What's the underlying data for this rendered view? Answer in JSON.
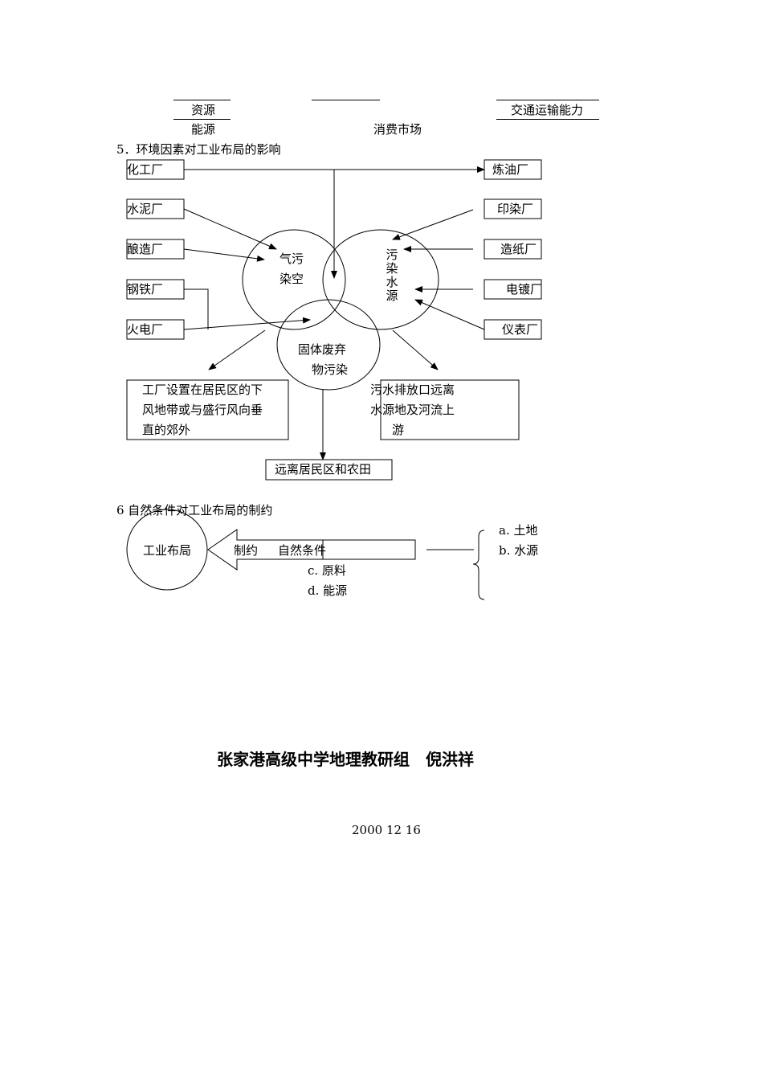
{
  "top_row": {
    "resources": "资源",
    "energy": "能源",
    "consumer_market": "消费市场",
    "transport": "交通运输能力"
  },
  "section5": {
    "heading": "5．环境因素对工业布局的影响",
    "left_factories": [
      "化工厂",
      "水泥厂",
      "酿造厂",
      "钢铁厂",
      "火电厂"
    ],
    "right_factories": [
      "炼油厂",
      "印染厂",
      "造纸厂",
      "电镀厂",
      "仪表厂"
    ],
    "air_pollution": "气污染空",
    "water_pollution": "污染水源",
    "solid_waste_line1": "固体废弃",
    "solid_waste_line2": "物污染",
    "left_measure": [
      "工厂设置在居民区的下",
      "风地带或与盛行风向垂",
      "直的郊外"
    ],
    "right_measure": [
      "污水排放口远离",
      "水源地及河流上",
      "游"
    ],
    "bottom_measure": "远离居民区和农田"
  },
  "section6": {
    "heading": "6 自然条件对工业布局的制约",
    "industrial_layout": "工业布局",
    "restrict": "制约",
    "natural_conditions": "自然条件",
    "items": [
      "a. 土地",
      "b. 水源",
      "c. 原料",
      "d. 能源"
    ]
  },
  "footer": {
    "author": "张家港高级中学地理教研组　倪洪祥",
    "date": "2000 12 16"
  }
}
